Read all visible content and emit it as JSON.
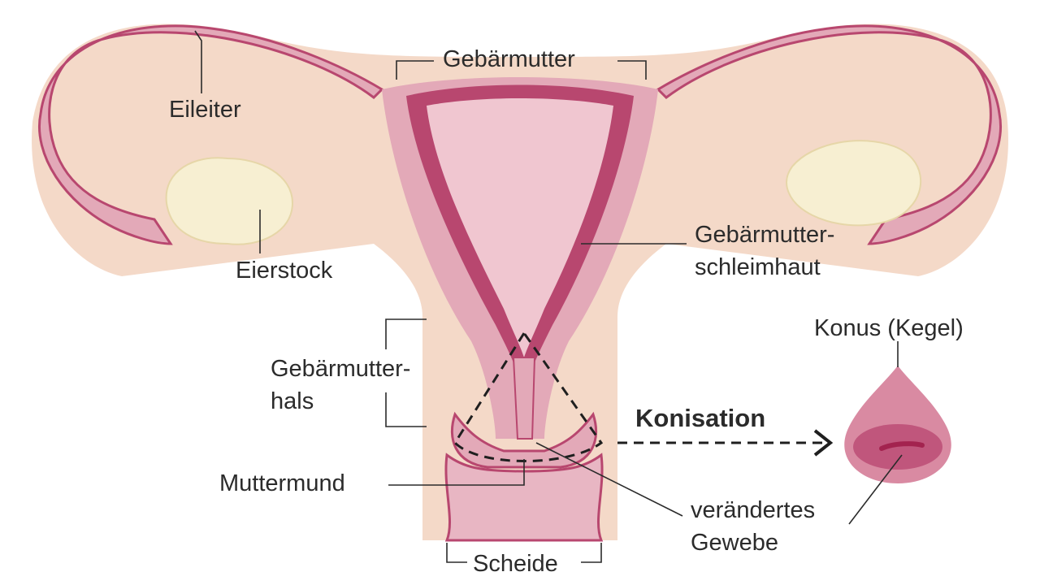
{
  "labels": {
    "uterus": "Gebärmutter",
    "fallopian_tube": "Eileiter",
    "ovary": "Eierstock",
    "endometrium_line1": "Gebärmutter-",
    "endometrium_line2": "schleimhaut",
    "cervix_line1": "Gebärmutter-",
    "cervix_line2": "hals",
    "os": "Muttermund",
    "vagina": "Scheide",
    "cone": "Konus (Kegel)",
    "procedure": "Konisation",
    "tissue_line1": "verändertes",
    "tissue_line2": "Gewebe"
  },
  "colors": {
    "outer_tissue": "#f4d9c8",
    "wall": "#e3a9b8",
    "cavity": "#f0c6d0",
    "lining": "#b8476f",
    "ovary": "#f7efd2",
    "cone": "#d98aa2",
    "lesion": "#a3234f"
  }
}
